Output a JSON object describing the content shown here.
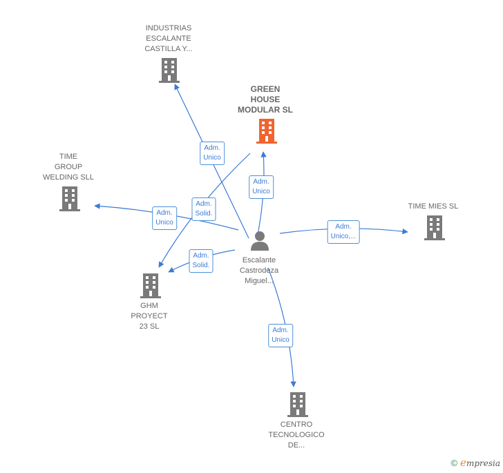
{
  "colors": {
    "edge": "#3a7bd5",
    "building": "#7a7a7a",
    "main_building": "#f0652f",
    "label": "#666666"
  },
  "center": {
    "label": "Escalante\nCastrodeza\nMiguel..."
  },
  "nodes": {
    "industrias": {
      "label": "INDUSTRIAS\nESCALANTE\nCASTILLA Y..."
    },
    "green_house": {
      "label": "GREEN\nHOUSE\nMODULAR  SL"
    },
    "time_group": {
      "label": "TIME\nGROUP\nWELDING SLL"
    },
    "time_mies": {
      "label": "TIME MIES SL"
    },
    "ghm": {
      "label": "GHM\nPROYECT\n23  SL"
    },
    "centro": {
      "label": "CENTRO\nTECNOLOGICO\nDE..."
    }
  },
  "edges": {
    "industrias": {
      "label": "Adm.\nUnico"
    },
    "green_house_unico": {
      "label": "Adm.\nUnico"
    },
    "green_house_solid": {
      "label": "Adm.\nSolid."
    },
    "time_group": {
      "label": "Adm.\nUnico"
    },
    "time_mies": {
      "label": "Adm.\nUnico,..."
    },
    "ghm": {
      "label": "Adm.\nSolid."
    },
    "centro": {
      "label": "Adm.\nUnico"
    }
  },
  "footer": {
    "copyright": "©",
    "brand_e": "e",
    "brand_rest": "mpresia"
  }
}
